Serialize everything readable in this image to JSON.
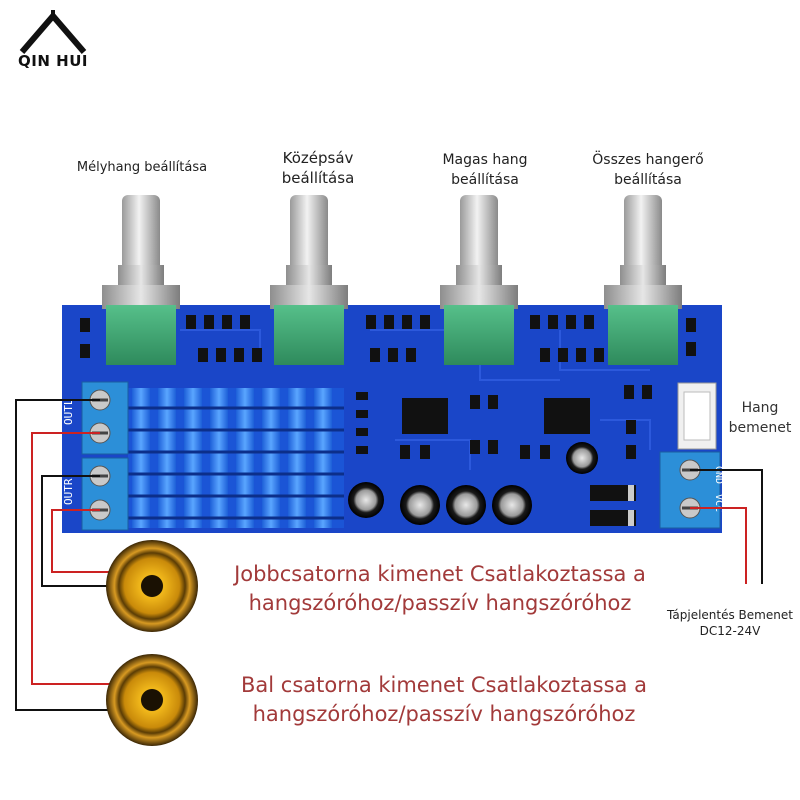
{
  "brand": {
    "name": "QIN HUI"
  },
  "knobs": [
    {
      "label": "Mélyhang beállítása"
    },
    {
      "label": "Középsáv beállítása"
    },
    {
      "label": "Magas hang beállítása"
    },
    {
      "label": "Összes hangerő beállítása"
    }
  ],
  "input": {
    "label": "Hang bemenet"
  },
  "power": {
    "label": "Tápjelentés Bemenet DC12-24V"
  },
  "outputs": {
    "right": "Jobbcsatorna kimenet Csatlakoztassa a hangszóróhoz/passzív hangszóróhoz",
    "left": "Bal csatorna kimenet Csatlakoztassa a hangszóróhoz/passzív hangszóróhoz"
  },
  "board_markings": {
    "out_l": "OUTL",
    "out_r": "OUTR",
    "gnd": "GND",
    "vcc": "VCC"
  },
  "colors": {
    "pcb": "#1a46c8",
    "heatsink": "#2f7ff0",
    "pot": "#3aa070",
    "terminal": "#2c8fd8",
    "wire_red": "#cc2222",
    "wire_black": "#111111",
    "label_red": "#a23a3a"
  }
}
